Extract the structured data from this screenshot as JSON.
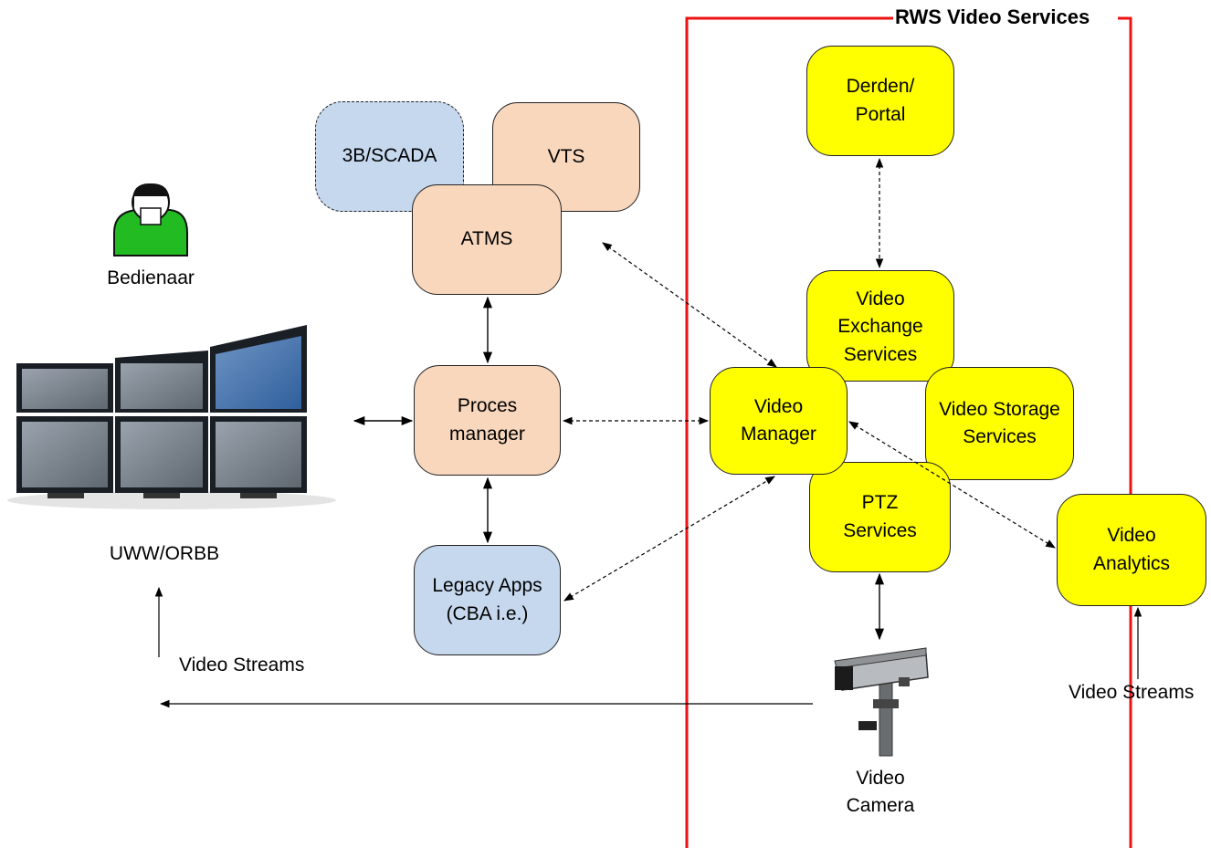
{
  "frame": {
    "title": "RWS Video Services",
    "color": "#ee1111"
  },
  "nodes": {
    "scada": "3B/SCADA",
    "vts": "VTS",
    "atms": "ATMS",
    "proces_manager": "Proces\nmanager",
    "legacy_apps": "Legacy Apps\n(CBA i.e.)",
    "derden_portal": "Derden/\nPortal",
    "video_exchange": "Video\nExchange\nServices",
    "video_manager": "Video\nManager",
    "video_storage": "Video Storage\nServices",
    "ptz_services": "PTZ\nServices",
    "video_analytics": "Video\nAnalytics"
  },
  "labels": {
    "operator": "Bedienaar",
    "wall": "UWW/ORBB",
    "streams_left": "Video Streams",
    "streams_right": "Video Streams",
    "camera": "Video\nCamera"
  },
  "colors": {
    "peach": "#f8d7bd",
    "blue": "#c6d8ee",
    "yellow": "#ffff00",
    "operator": "#22bb22"
  }
}
